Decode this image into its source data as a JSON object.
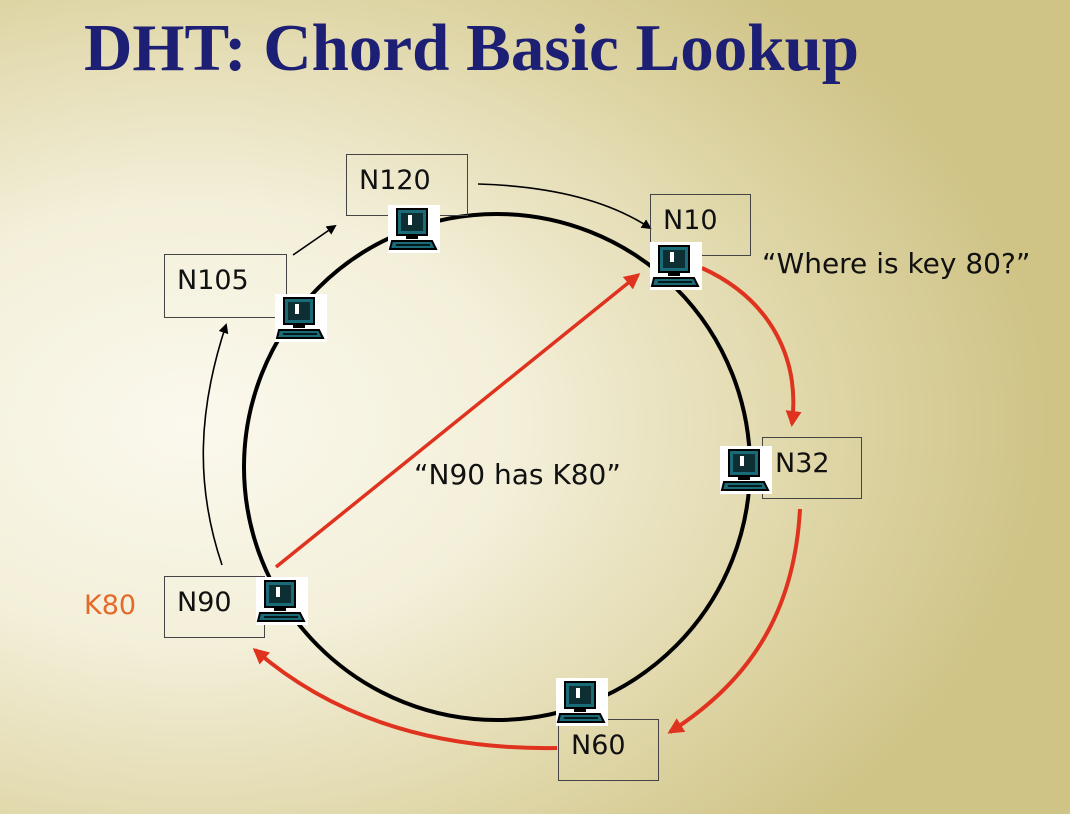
{
  "slide": {
    "title": "DHT: Chord Basic Lookup"
  },
  "nodes": {
    "n120": "N120",
    "n10": "N10",
    "n105": "N105",
    "n32": "N32",
    "n90": "N90",
    "n60": "N60"
  },
  "annotations": {
    "query": "“Where is key 80?”",
    "answer": "“N90 has K80”",
    "key": "K80"
  },
  "colors": {
    "title": "#1c1f73",
    "lookup_path": "#e0331f",
    "key_label": "#e5692a",
    "ring": "#000000",
    "computer_body": "#1a6b78"
  },
  "icons": {
    "node_icon": "computer-icon"
  }
}
